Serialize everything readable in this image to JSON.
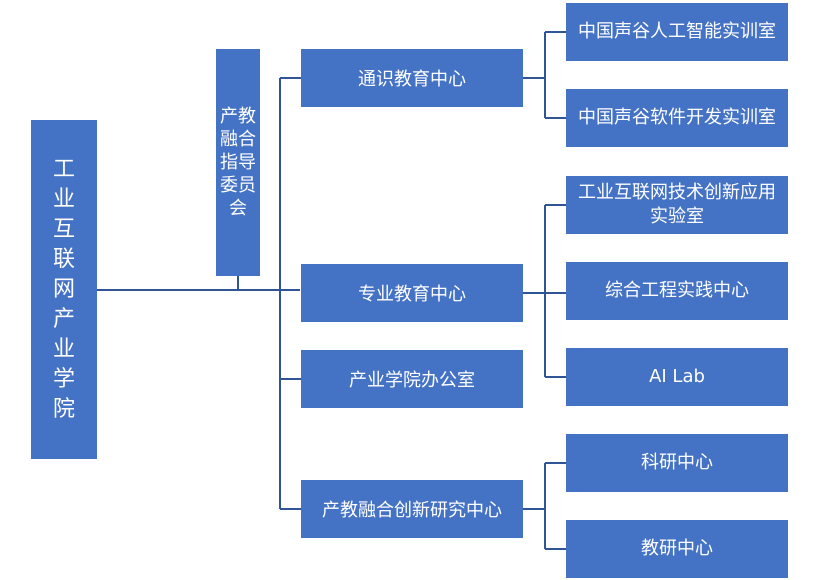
{
  "root": {
    "label": "工业互联网产业学院"
  },
  "committee": {
    "label": "产教融合指导委员会"
  },
  "centers": [
    {
      "label": "通识教育中心",
      "children": [
        "中国声谷人工智能实训室",
        "中国声谷软件开发实训室"
      ]
    },
    {
      "label": "专业教育中心",
      "children": [
        "工业互联网技术创新应用实验室",
        "综合工程实践中心",
        "AI Lab"
      ]
    },
    {
      "label": "产业学院办公室",
      "children": []
    },
    {
      "label": "产教融合创新研究中心",
      "children": [
        "科研中心",
        "教研中心"
      ]
    }
  ],
  "colors": {
    "box": "#4472C4",
    "line": "#2F5597",
    "text": "#FFFFFF"
  }
}
